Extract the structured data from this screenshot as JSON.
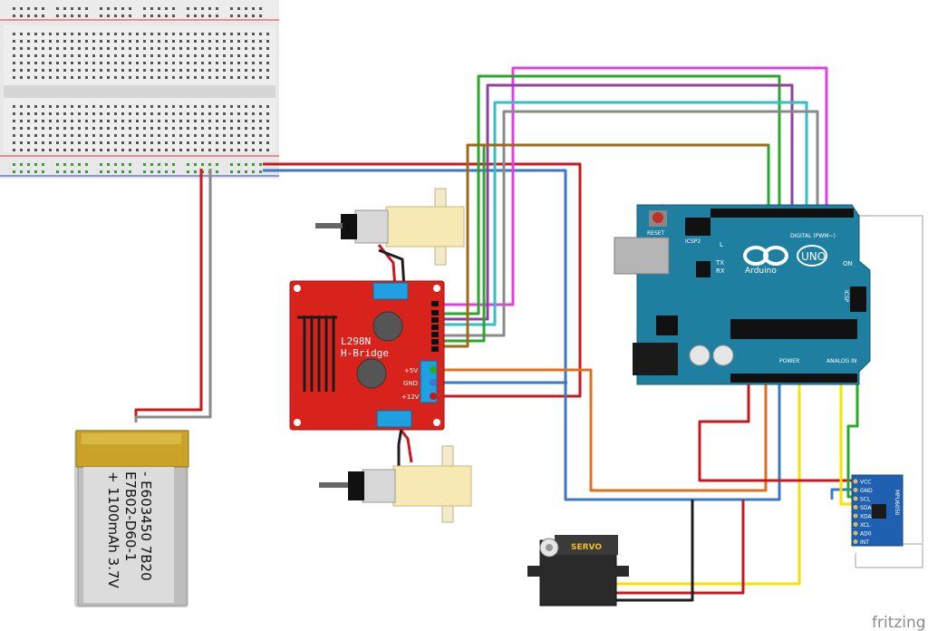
{
  "watermark": "fritzing",
  "battery": {
    "line1": "- E603450 7B20",
    "line2": "E7B02-D60-1",
    "line3": "+ 1100mAh 3.7V"
  },
  "driver": {
    "title1": "L298N",
    "title2": "H-Bridge",
    "pin_5v": "+5V",
    "pin_gnd": "GND",
    "pin_12v": "+12V"
  },
  "arduino": {
    "reset": "RESET",
    "icsp2": "ICSP2",
    "icsp": "ICSP",
    "brand": "Arduino",
    "model": "UNO",
    "led_l": "L",
    "led_tx": "TX",
    "led_rx": "RX",
    "on": "ON",
    "digital": "DIGITAL (PWM~)",
    "power": "POWER",
    "analog": "ANALOG IN"
  },
  "servo": {
    "label": "SERVO"
  },
  "imu": {
    "pins": [
      "VCC",
      "GND",
      "SCL",
      "SDA",
      "XDA",
      "XCL",
      "AD0",
      "INT"
    ],
    "chip": "MPU6050"
  },
  "colors": {
    "red_wire": "#c8181d",
    "blue_wire": "#3a78c8",
    "orange_wire": "#e07020",
    "yellow_wire": "#f5e400",
    "green_wire": "#2aa82a",
    "black_wire": "#1e1e1e",
    "magenta_wire": "#e040e0",
    "purple_wire": "#9040a0",
    "cyan_wire": "#30c0c8",
    "gray_wire": "#888888",
    "brown_wire": "#a06818",
    "arduino_board": "#1f7fa0",
    "driver_board": "#d8231c"
  }
}
